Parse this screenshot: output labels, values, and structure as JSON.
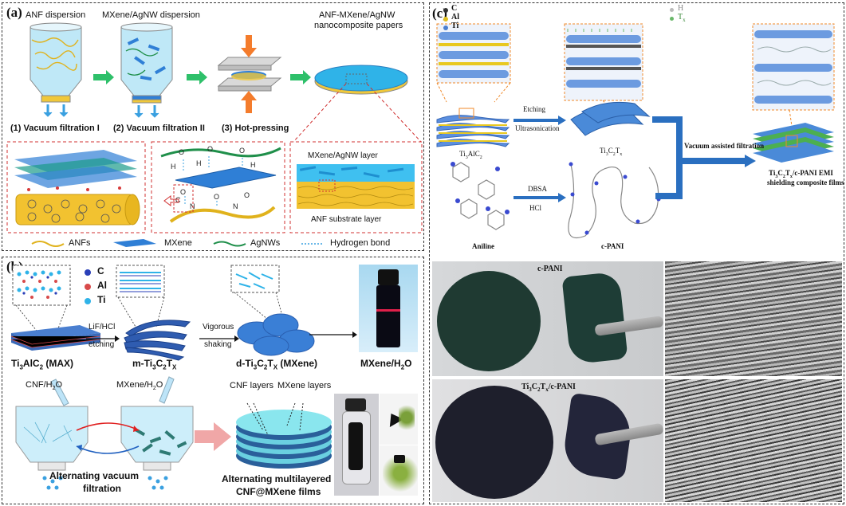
{
  "panel_a": {
    "label": "(a)",
    "anf_dispersion": "ANF dispersion",
    "mxene_agnw_dispersion": "MXene/AgNW dispersion",
    "product_title_1": "ANF-MXene/AgNW",
    "product_title_2": "nanocomposite papers",
    "step1": "(1)  Vacuum filtration I",
    "step2": "(2)  Vacuum filtration II",
    "step3": "(3)  Hot-pressing",
    "layer_top": "MXene/AgNW layer",
    "layer_bottom": "ANF substrate layer",
    "legend": [
      "ANFs",
      "MXene",
      "AgNWs",
      "Hydrogen bond"
    ],
    "legend_colors": [
      "#e0b21c",
      "#2f7fd6",
      "#1f8f4a",
      "#3aa0e0"
    ]
  },
  "panel_b": {
    "label": "(b)",
    "atoms": [
      {
        "label": "C",
        "color": "#2a3fb8"
      },
      {
        "label": "Al",
        "color": "#d84a4a"
      },
      {
        "label": "Ti",
        "color": "#2fb3e8"
      }
    ],
    "step_a_1": "LiF/HCl",
    "step_a_2": "etching",
    "step_b_1": "Vigorous",
    "step_b_2": "shaking",
    "max_label": "Ti",
    "max_label_sub1": "3",
    "max_label_mid": "AlC",
    "max_label_sub2": "2",
    "max_label_tail": " (MAX)",
    "m_label": "m-Ti",
    "m_sub1": "3",
    "m_mid": "C",
    "m_sub2": "2",
    "m_mid2": "T",
    "m_sub3": "X",
    "d_label": "d-Ti",
    "d_sub1": "3",
    "d_mid": "C",
    "d_sub2": "2",
    "d_mid2": "T",
    "d_sub3": "X",
    "d_tail": " (MXene)",
    "vial_label": "MXene/H",
    "vial_sub": "2",
    "vial_tail": "O",
    "cnf_h2o": "CNF/H",
    "cnf_sub": "2",
    "cnf_tail": "O",
    "mx_h2o": "MXene/H",
    "mx_sub": "2",
    "mx_tail": "O",
    "cnf_layers": "CNF layers",
    "mxene_layers": "MXene layers",
    "alt_vac_1": "Alternating vacuum",
    "alt_vac_2": "filtration",
    "alt_ml_1": "Alternating multilayered",
    "alt_ml_2": "CNF@MXene films"
  },
  "panel_c": {
    "label": "(c)",
    "elements_left": [
      {
        "label": "C",
        "color": "#333333"
      },
      {
        "label": "Al",
        "color": "#e0c020"
      },
      {
        "label": "Ti",
        "color": "#4a7fd0"
      }
    ],
    "elements_right": [
      {
        "label": "H",
        "color": "#bbbbbb"
      },
      {
        "label": "T",
        "color": "#6ab86a"
      }
    ],
    "t_sub": "x",
    "etching": "Etching",
    "ultrasonication": "Ultrasonication",
    "ti3alc2": "Ti",
    "ti3alc2_s1": "3",
    "ti3alc2_m": "AlC",
    "ti3alc2_s2": "2",
    "ti3c2tx": "Ti",
    "ti3c2tx_s1": "3",
    "ti3c2tx_m": "C",
    "ti3c2tx_s2": "2",
    "ti3c2tx_m2": "T",
    "ti3c2tx_s3": "x",
    "vacuum_assisted": "Vacuum assisted filtration",
    "dbsa": "DBSA",
    "hcl": "HCl",
    "aniline": "Aniline",
    "c_pani": "c-PANI",
    "emi_1_pre": "Ti",
    "emi_1_s1": "3",
    "emi_1_m": "C",
    "emi_1_s2": "2",
    "emi_1_m2": "T",
    "emi_1_s3": "x",
    "emi_1_tail": "/c-PANI EMI",
    "emi_2": "shielding composite films",
    "photo_top_label": "c-PANI",
    "photo_bottom_pre": "Ti",
    "photo_bottom_s1": "3",
    "photo_bottom_m": "C",
    "photo_bottom_s2": "2",
    "photo_bottom_m2": "T",
    "photo_bottom_s3": "x",
    "photo_bottom_tail": "/c-PANI"
  }
}
